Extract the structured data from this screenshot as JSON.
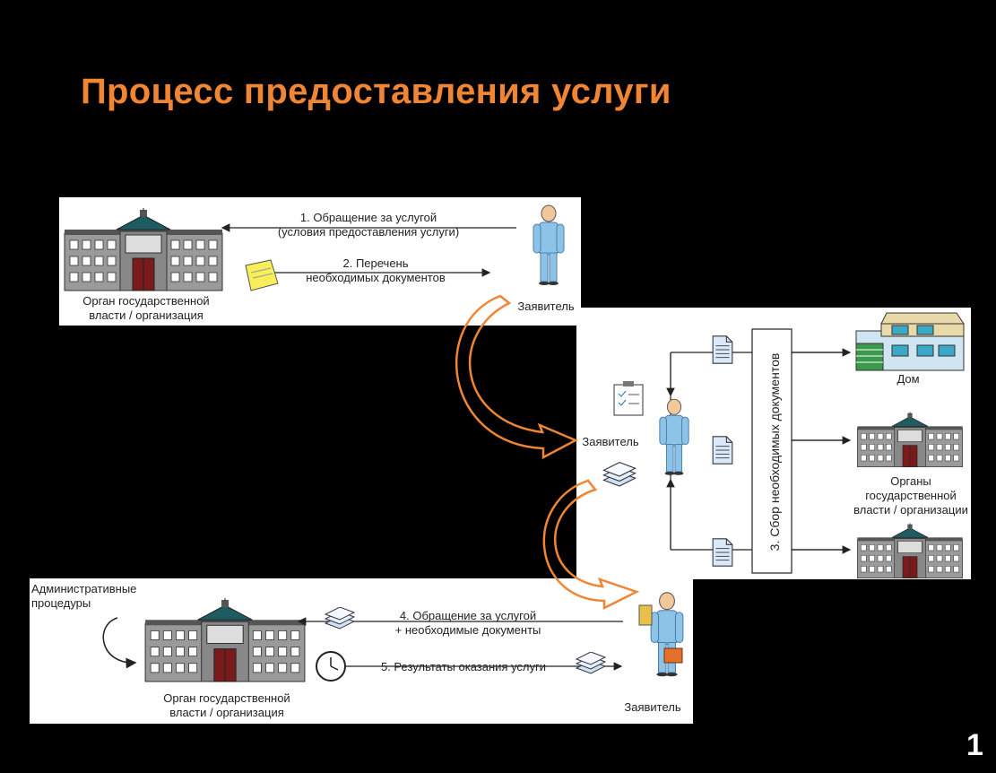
{
  "title": "Процесс предоставления услуги",
  "page_number": "1",
  "panel1": {
    "step1_line1": "1. Обращение за услугой",
    "step1_line2": "(условия предоставления услуги)",
    "step2_line1": "2. Перечень",
    "step2_line2": "необходимых документов",
    "organ_line1": "Орган государственной",
    "organ_line2": "власти / организация",
    "applicant": "Заявитель"
  },
  "panel2": {
    "applicant": "Заявитель",
    "step3": "3. Сбор необходимых документов",
    "house": "Дом",
    "organs_line1": "Органы",
    "organs_line2": "государственной",
    "organs_line3": "власти / организации"
  },
  "panel3": {
    "admin_line1": "Административные",
    "admin_line2": "процедуры",
    "step4_line1": "4. Обращение за услугой",
    "step4_line2": "+ необходимые документы",
    "step5": "5. Результаты оказания услуги",
    "organ_line1": "Орган государственной",
    "organ_line2": "власти / организация",
    "applicant": "Заявитель"
  },
  "colors": {
    "accent": "#F08533",
    "background": "#000000",
    "person": "#8EC3E8",
    "building": "#9A9A9A",
    "roof": "#1E5C62"
  }
}
